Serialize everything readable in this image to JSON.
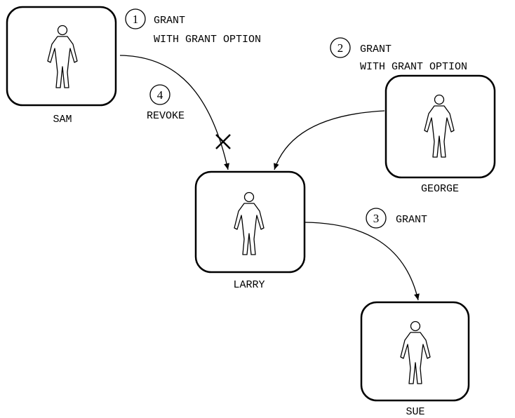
{
  "users": {
    "sam": {
      "name": "SAM"
    },
    "george": {
      "name": "GEORGE"
    },
    "larry": {
      "name": "LARRY"
    },
    "sue": {
      "name": "SUE"
    }
  },
  "steps": [
    {
      "number": "1",
      "line1": "GRANT",
      "line2": "WITH GRANT OPTION"
    },
    {
      "number": "2",
      "line1": "GRANT",
      "line2": "WITH GRANT OPTION"
    },
    {
      "number": "3",
      "line1": "GRANT"
    },
    {
      "number": "4",
      "line1": "REVOKE"
    }
  ],
  "icons": {
    "person": "person-icon",
    "revoked_mark": "cross-mark-icon"
  }
}
